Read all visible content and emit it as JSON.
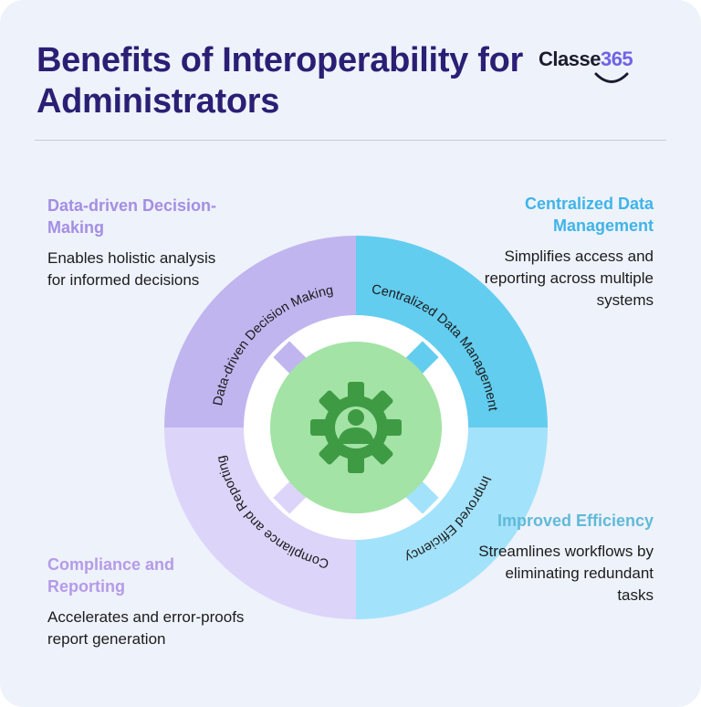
{
  "title": "Benefits of Interoperability for Administrators",
  "logo": {
    "text": "Classe",
    "number": "365"
  },
  "blocks": {
    "top_left": {
      "heading": "Data-driven Decision-Making",
      "text": "Enables holistic analysis for informed decisions"
    },
    "top_right": {
      "heading": "Centralized Data Management",
      "text": "Simplifies access and reporting across multiple systems"
    },
    "bottom_right": {
      "heading": "Improved Efficiency",
      "text": "Streamlines workflows by eliminating redundant tasks"
    },
    "bottom_left": {
      "heading": "Compliance and Reporting",
      "text": "Accelerates and error-proofs report generation"
    }
  },
  "ring": {
    "top_left": "Data-driven Decision Making",
    "top_right": "Centralized Data Management",
    "bottom_right": "Improved Efficiency",
    "bottom_left": "Compliance and Reporting"
  },
  "center_icon": "gear-user-icon",
  "colors": {
    "title": "#2a1f74",
    "quadrant_top_left": "#c1b5ef",
    "quadrant_top_right": "#63cdef",
    "quadrant_bottom_right": "#a3e2fb",
    "quadrant_bottom_left": "#ddd4fa",
    "center": "#a3e3a5",
    "gear": "#3f9a44"
  }
}
